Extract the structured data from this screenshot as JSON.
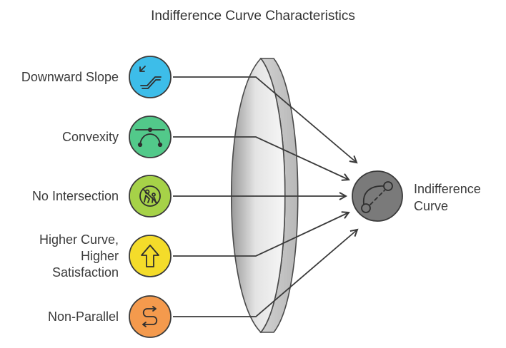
{
  "title": "Indifference Curve Characteristics",
  "inputs": [
    {
      "label": "Downward Slope",
      "icon": "escalator-down-icon",
      "color": "#3dbde9"
    },
    {
      "label": "Convexity",
      "icon": "bezier-curve-icon",
      "color": "#52c98a"
    },
    {
      "label": "No Intersection",
      "icon": "no-crossing-icon",
      "color": "#a6d248"
    },
    {
      "label": "Higher Curve,\nHigher\nSatisfaction",
      "icon": "arrow-up-icon",
      "color": "#f4dc2a"
    },
    {
      "label": "Non-Parallel",
      "icon": "winding-path-icon",
      "color": "#f49a4d"
    }
  ],
  "result": {
    "label": "Indifference\nCurve",
    "icon": "curve-connection-icon",
    "color": "#7a7a7a"
  }
}
